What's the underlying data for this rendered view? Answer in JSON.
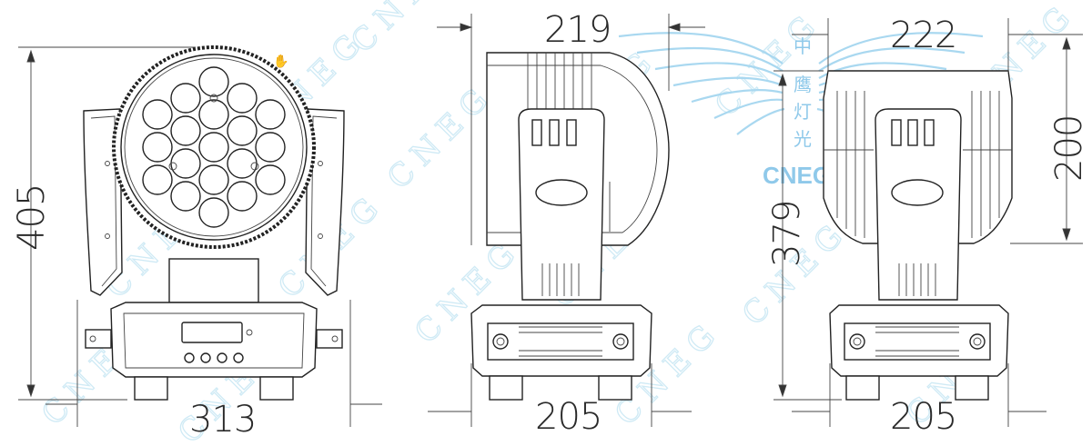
{
  "dimensions": {
    "front_width": "313",
    "front_height": "405",
    "side_depth": "219",
    "side_base_width": "205",
    "back_head_width": "222",
    "back_head_height": "200",
    "back_total_height": "379",
    "back_base_width": "205"
  },
  "watermark": {
    "text": "CNEG",
    "logo_text": "CNEG",
    "logo_cn": [
      "中",
      "鹰",
      "灯",
      "光"
    ]
  },
  "colors": {
    "line": "#222222",
    "watermark": "#cfeaf5",
    "logo": "#8fc9ea"
  }
}
